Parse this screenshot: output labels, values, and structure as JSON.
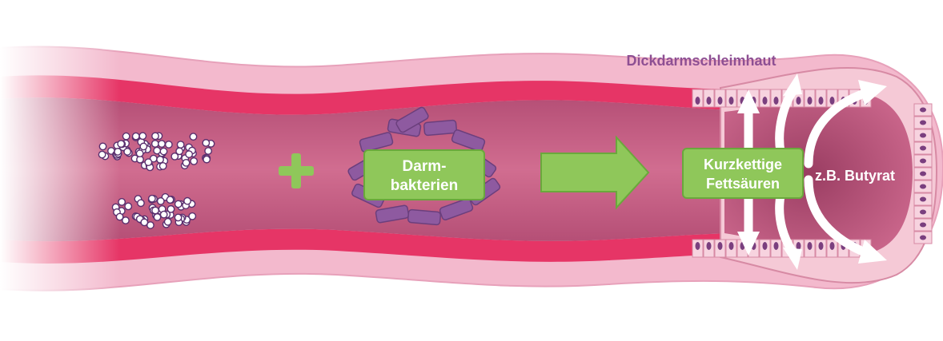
{
  "labels": {
    "mucosa": "Dickdarmschleimhaut",
    "bacteria_line1": "Darm-",
    "bacteria_line2": "bakterien",
    "scfa_line1": "Kurzkettige",
    "scfa_line2": "Fettsäuren",
    "example": "z.B. Butyrat"
  },
  "colors": {
    "outer_wall": "#f2b6cb",
    "muscle_band": "#e8295f",
    "lumen": "#c75d82",
    "label_box": "#8fc75a",
    "label_box_border": "#6aa83c",
    "plus_sign": "#8fc75a",
    "bacteria": "#8e5aa0",
    "fiber_dots": "#ffffff",
    "fiber_outline": "#5a2f6e",
    "mucosa_text": "#8e4f93",
    "cell_nucleus": "#7a3f7f",
    "arrows": "#ffffff"
  },
  "icons": {
    "fiber": "fiber-cluster-icon",
    "plus": "plus-icon",
    "bacteria": "bacteria-rods-icon",
    "process": "right-arrow-icon",
    "absorption": "absorption-arrows-icon"
  }
}
